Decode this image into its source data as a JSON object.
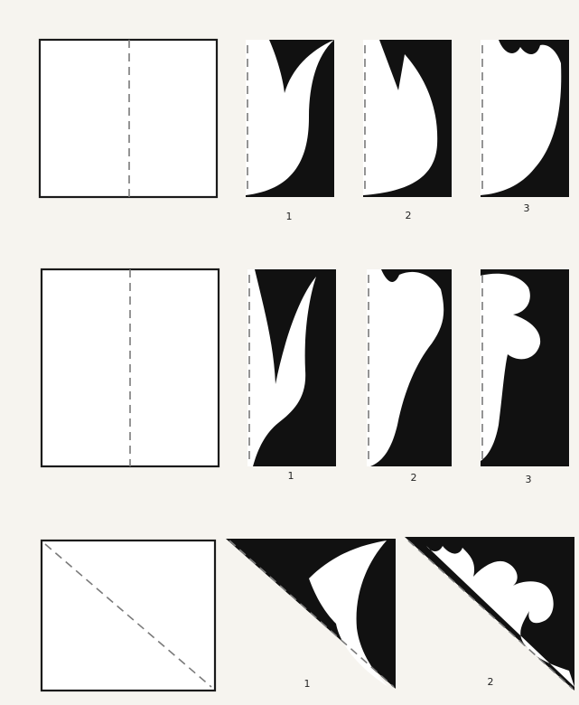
{
  "rows": [
    {
      "labels": [
        "1",
        "2",
        "3"
      ]
    },
    {
      "labels": [
        "1",
        "2",
        "3"
      ]
    },
    {
      "labels": [
        "1",
        "2"
      ]
    }
  ],
  "colors": {
    "background": "#f6f4ef",
    "paper": "#ffffff",
    "cutout_black": "#111111",
    "outline": "#1a1a1a",
    "fold_line": "#7a7a7a"
  }
}
